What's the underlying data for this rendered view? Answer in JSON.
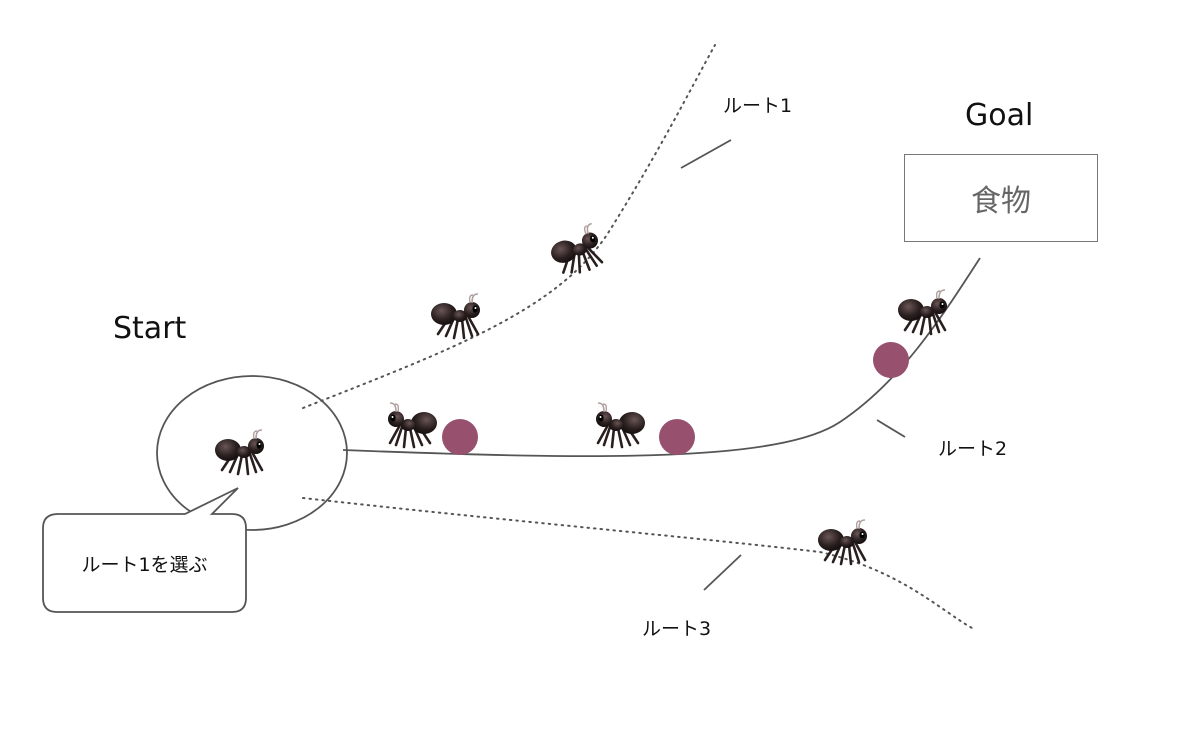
{
  "labels": {
    "start": "Start",
    "goal": "Goal",
    "food": "食物",
    "route1": "ルート1",
    "route2": "ルート2",
    "route3": "ルート3",
    "speech": "ルート1を選ぶ"
  },
  "colors": {
    "pheromone": "#98506f",
    "line": "#555555",
    "ant": "#2a1f1f"
  },
  "icons": [
    "ant-icon",
    "pheromone-dot"
  ]
}
